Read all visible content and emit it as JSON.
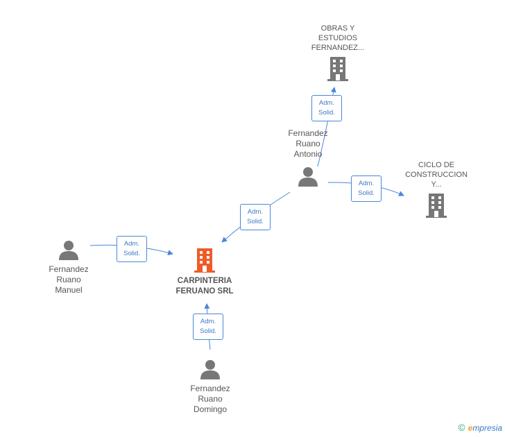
{
  "nodes": {
    "obras": {
      "label": "OBRAS Y\nESTUDIOS\nFERNANDEZ..."
    },
    "ciclo": {
      "label": "CICLO DE\nCONSTRUCCION\nY..."
    },
    "carpinteria": {
      "label": "CARPINTERIA\nFERUANO SRL"
    },
    "antonio": {
      "label": "Fernandez\nRuano\nAntonio"
    },
    "manuel": {
      "label": "Fernandez\nRuano\nManuel"
    },
    "domingo": {
      "label": "Fernandez\nRuano\nDomingo"
    }
  },
  "edges": [
    {
      "from": "antonio",
      "to": "obras",
      "line1": "Adm.",
      "line2": "Solid."
    },
    {
      "from": "antonio",
      "to": "ciclo",
      "line1": "Adm.",
      "line2": "Solid."
    },
    {
      "from": "antonio",
      "to": "carpinteria",
      "line1": "Adm.",
      "line2": "Solid."
    },
    {
      "from": "manuel",
      "to": "carpinteria",
      "line1": "Adm.",
      "line2": "Solid."
    },
    {
      "from": "domingo",
      "to": "carpinteria",
      "line1": "Adm.",
      "line2": "Solid."
    }
  ],
  "colors": {
    "main_company": "#f05a28",
    "company": "#777777",
    "person": "#777777",
    "edge": "#4a86d8",
    "label_text": "#3b78c9"
  },
  "footer": {
    "copyright_symbol": "©",
    "brand_initial": "e",
    "brand_rest": "mpresia"
  }
}
